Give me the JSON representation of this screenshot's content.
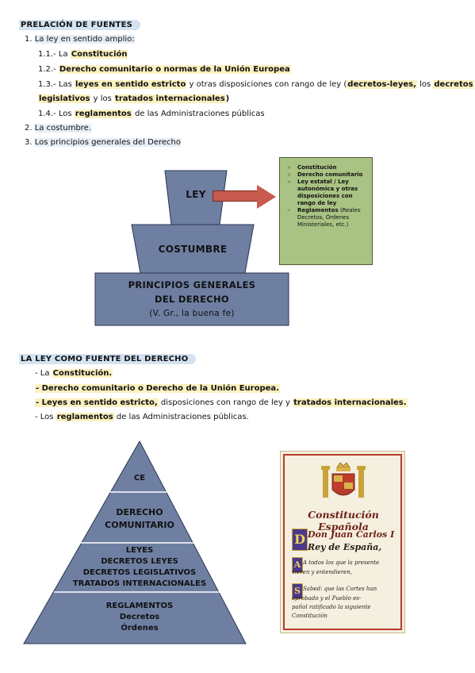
{
  "section1": {
    "title": "PRELACIÓN DE FUENTES",
    "l1_pre": "1. ",
    "l1": "La ley en sentido amplio:",
    "l11_pre": "1.1.- La ",
    "l11_b": "Constitución",
    "l12_pre": "1.2.- ",
    "l12_b": "Derecho comunitario o normas de la Unión Europea",
    "l13_pre": "1.3.- Las ",
    "l13_b1": "leyes en sentido estricto",
    "l13_mid": " y otras disposiciones con rango de ley (",
    "l13_b2": "decretos-leyes,",
    "l13_mid2": " los ",
    "l13_b3": "decretos",
    "l13b_b1": "legislativos",
    "l13b_mid": " y los ",
    "l13b_b2": "tratados internacionales",
    "l13b_end": ")",
    "l14_pre": "1.4.- Los ",
    "l14_b": "reglamentos",
    "l14_end": " de las Administraciones públicas",
    "l2_pre": "2. ",
    "l2": "La costumbre.",
    "l3_pre": "3. ",
    "l3": "Los principios generales del Derecho"
  },
  "pyramid1": {
    "top": "LEY",
    "middle": "COSTUMBRE",
    "bottom_1": "PRINCIPIOS GENERALES",
    "bottom_2": "DEL DERECHO",
    "bottom_3": "(V. Gr., la buena fe)",
    "box": {
      "i1": "Constitución",
      "i2": "Derecho comunitario",
      "i3": "Ley estatal / Ley autonómica y otras disposiciones con rango de ley",
      "i4_b": "Reglamentos",
      "i4_rest": " (Reales Decretos, Órdenes Ministeriales, etc.)"
    }
  },
  "section2": {
    "title": "LA LEY COMO FUENTE DEL DERECHO",
    "l1_pre": "- La ",
    "l1_b": "Constitución.",
    "l2_b": "- Derecho comunitario o Derecho de la Unión Europea.",
    "l3_b": "- Leyes en sentido estricto,",
    "l3_mid": " disposiciones con rango de ley y ",
    "l3_b2": "tratados internacionales.",
    "l4_pre": "- Los ",
    "l4_b": "reglamentos",
    "l4_end": " de las Administraciones públicas."
  },
  "pyramid2": {
    "level1": "CE",
    "level2_1": "DERECHO",
    "level2_2": "COMUNITARIO",
    "level3_1": "LEYES",
    "level3_2": "DECRETOS LEYES",
    "level3_3": "DECRETOS LEGISLATIVOS",
    "level3_4": "TRATADOS INTERNACIONALES",
    "level4_1": "REGLAMENTOS",
    "level4_2": "Decretos",
    "level4_3": "Órdenes"
  },
  "constitution_image": {
    "title": "Constitución Española",
    "line1": "Don Juan Carlos I",
    "line2": "Rey de España,",
    "line3": "A todos los que la presente",
    "line4": "vieren y entendieren,",
    "line5": "Sabed: que las Cortes han",
    "line6": "aprobado y el Pueblo es-",
    "line7": "pañol ratificado la siguiente",
    "line8": "Constitución"
  },
  "colors": {
    "pyramid": "#6e7fa2",
    "arrow": "#c85a50",
    "box": "#a8c383",
    "highlight": "#fbf0bf",
    "title_bg": "#d3e3f1"
  }
}
